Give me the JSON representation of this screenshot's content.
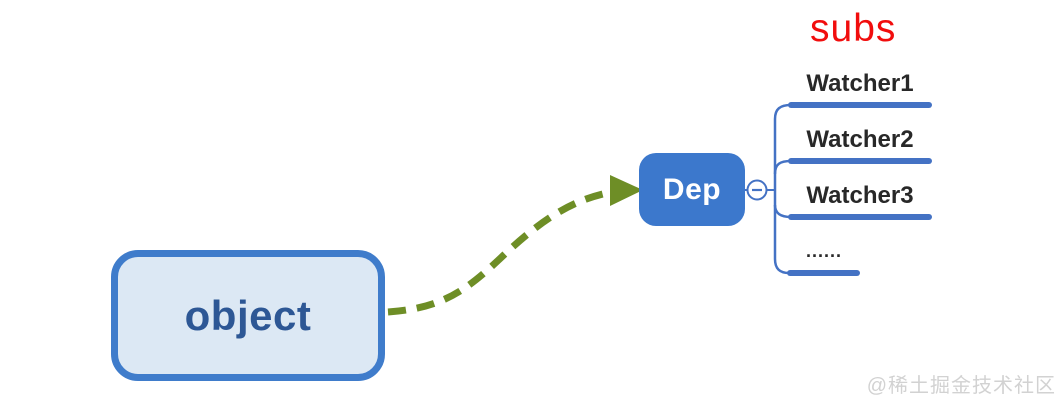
{
  "diagram": {
    "object_node": {
      "label": "object"
    },
    "dep_node": {
      "label": "Dep"
    },
    "collapse_toggle": {
      "icon": "minus-icon",
      "state": "expanded"
    },
    "subs": {
      "title": "subs",
      "items": [
        {
          "label": "Watcher1"
        },
        {
          "label": "Watcher2"
        },
        {
          "label": "Watcher3"
        },
        {
          "label": "......"
        }
      ]
    },
    "colors": {
      "node_blue": "#3c78cc",
      "line_blue": "#4472c4",
      "object_fill": "#dce8f4",
      "object_border": "#3f7ccb",
      "object_text": "#2d5795",
      "arrow_olive": "#6e8e26",
      "subs_red": "#f10d0d",
      "watcher_text": "#282828",
      "watermark_gray": "#d2d2d2"
    }
  },
  "watermark": {
    "text": "@稀土掘金技术社区"
  }
}
